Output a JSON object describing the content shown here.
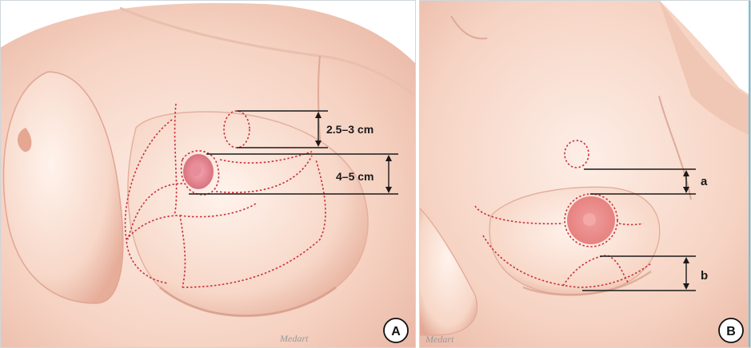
{
  "panel_a": {
    "measure_upper": "2.5–3 cm",
    "measure_lower": "4–5 cm",
    "signature": "Medart",
    "panel_letter": "A"
  },
  "panel_b": {
    "measure_upper": "a",
    "measure_lower": "b",
    "signature": "Medart",
    "panel_letter": "B"
  },
  "colors": {
    "skin_light": "#fbe5da",
    "skin_mid": "#f2c6b3",
    "skin_shadow": "#e2a896",
    "marking_dotted": "#c8323a",
    "measure_line": "#1a1a1a",
    "accent_border": "#6bc3d6"
  }
}
